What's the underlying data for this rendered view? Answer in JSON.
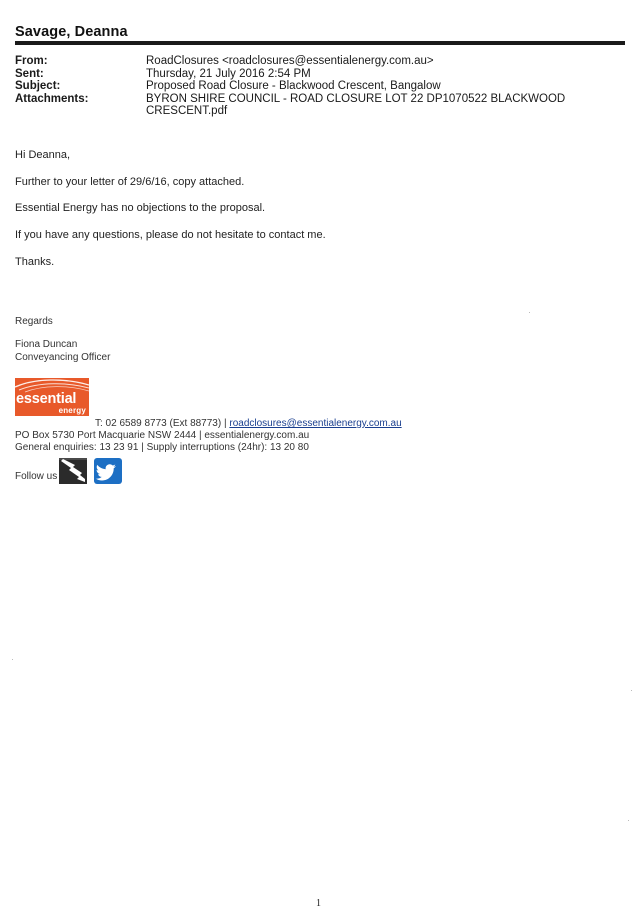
{
  "sender_name": "Savage, Deanna",
  "header": {
    "from_label": "From:",
    "from_value": "RoadClosures <roadclosures@essentialenergy.com.au>",
    "sent_label": "Sent:",
    "sent_value": "Thursday, 21 July 2016 2:54 PM",
    "subject_label": "Subject:",
    "subject_value": "Proposed Road Closure - Blackwood Crescent, Bangalow",
    "attachments_label": "Attachments:",
    "attachments_value_line1": "BYRON SHIRE COUNCIL - ROAD CLOSURE LOT 22 DP1070522 BLACKWOOD",
    "attachments_value_line2": "CRESCENT.pdf"
  },
  "body": {
    "greeting": "Hi Deanna,",
    "para1": "Further to your letter of 29/6/16, copy attached.",
    "para2": "Essential Energy has no objections to the proposal.",
    "para3": "If you have any questions, please do not hesitate to contact me.",
    "thanks": "Thanks."
  },
  "signature": {
    "regards": "Regards",
    "name": "Fiona Duncan",
    "title": "Conveyancing Officer"
  },
  "logo": {
    "word": "essential",
    "sub": "energy",
    "color": "#e8592a"
  },
  "contact": {
    "phone": "T: 02 6589 8773  (Ext 88773) | ",
    "email": "roadclosures@essentialenergy.com.au",
    "address": "PO Box 5730 Port Macquarie NSW 2444 | essentialenergy.com.au",
    "enquiries": "General enquiries: 13 23 91 | Supply interruptions (24hr): 13 20 80"
  },
  "follow": {
    "label": "Follow us",
    "icons": [
      "linkedin-icon",
      "twitter-icon"
    ],
    "twitter_color": "#1d6fc4"
  },
  "page_number": "1"
}
